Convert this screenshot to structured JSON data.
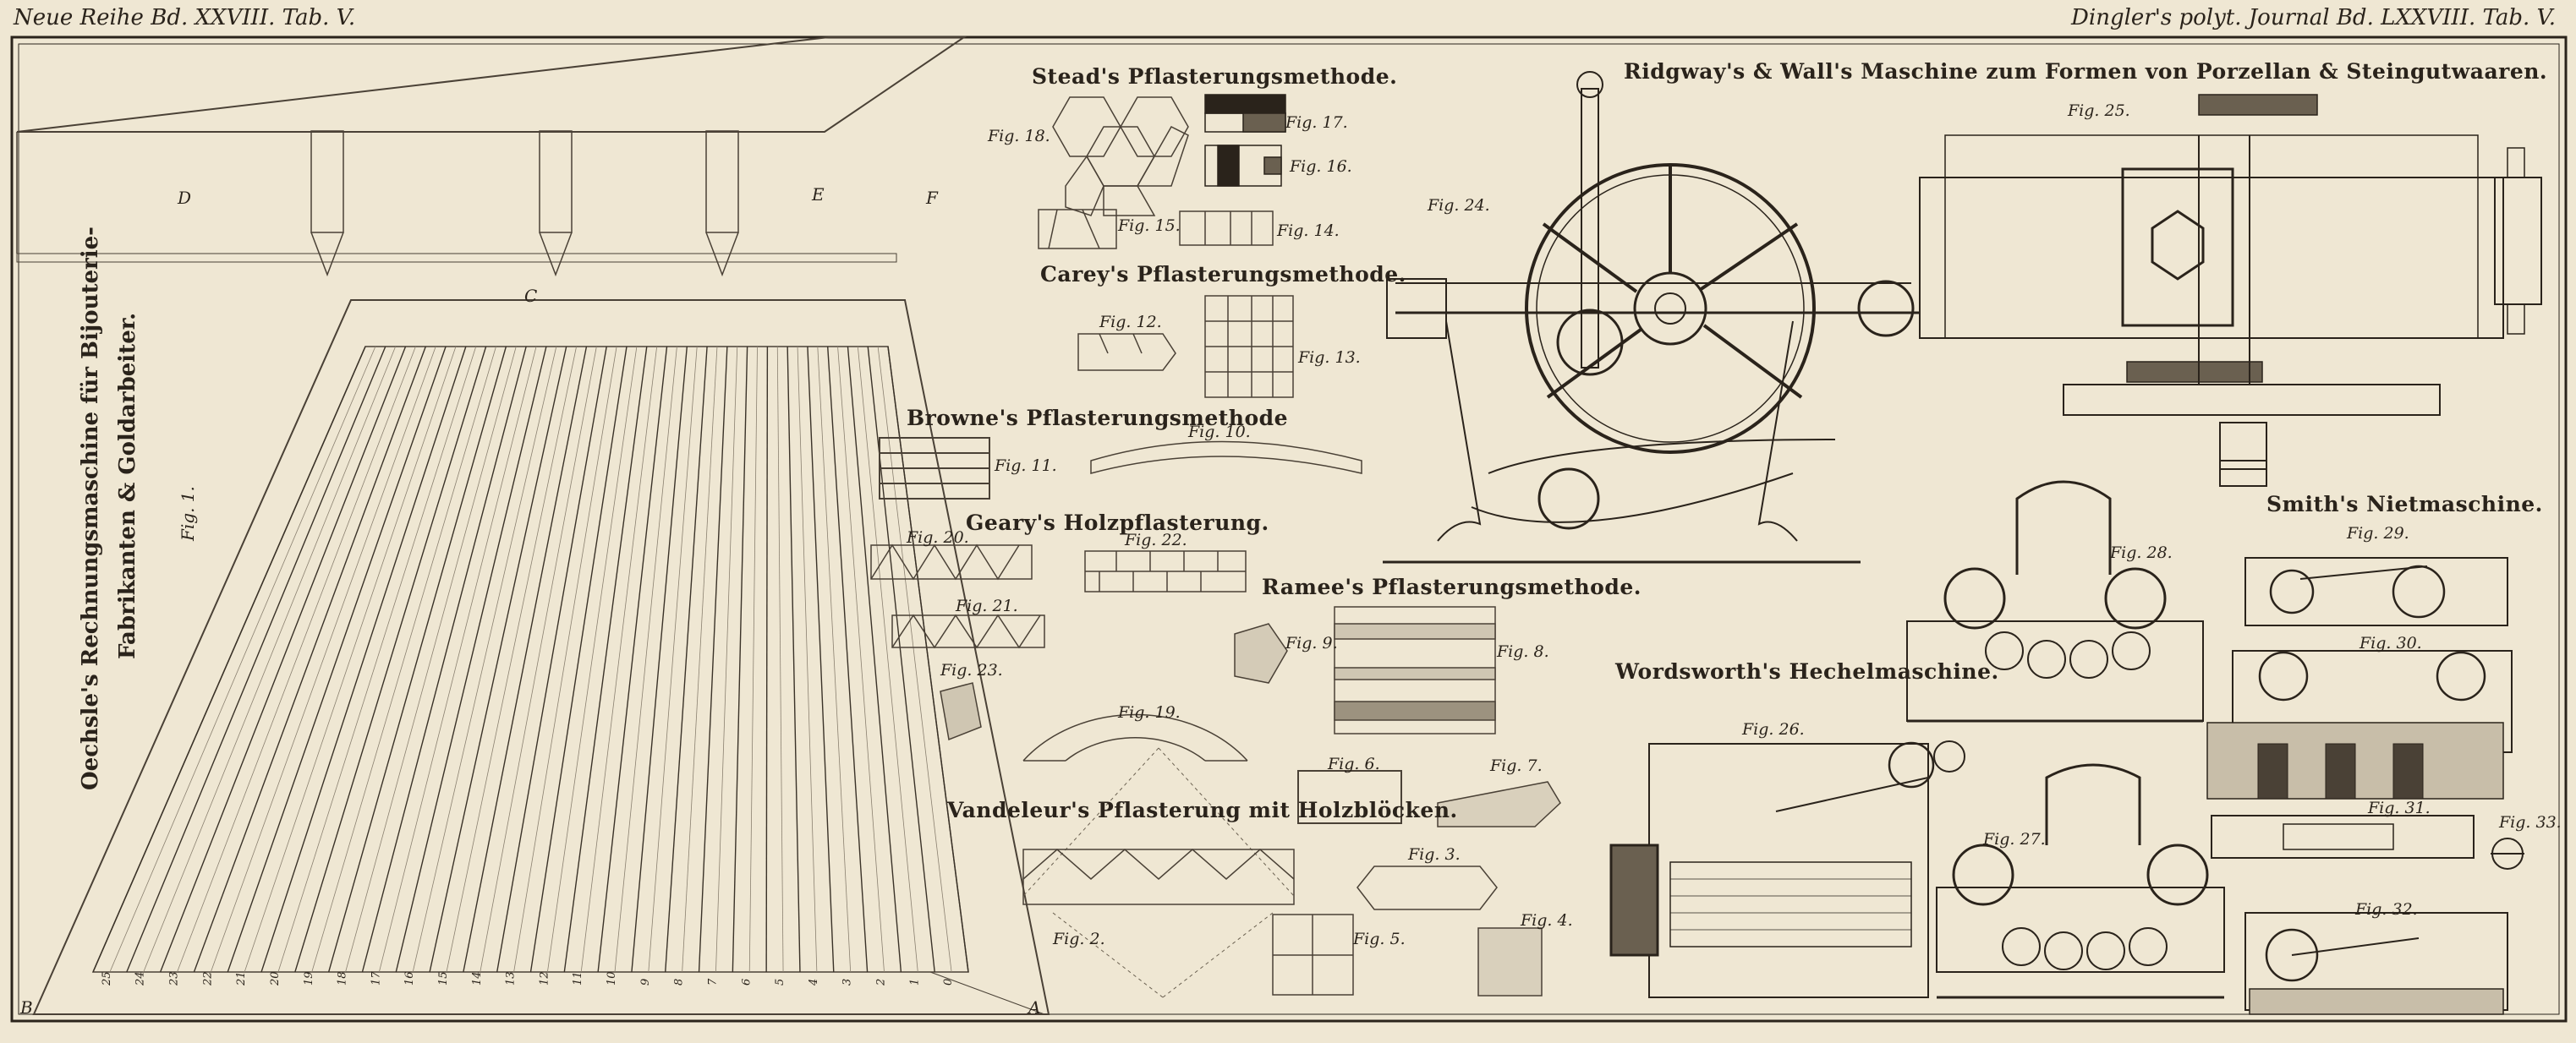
{
  "header": {
    "left": "Neue Reihe Bd. XXVIII. Tab. V.",
    "right": "Dingler's polyt. Journal Bd. LXXVIII. Tab. V."
  },
  "left_panel": {
    "title_line1": "Oechsle's Rechnungsmaschine für Bijouterie-",
    "title_line2": "Fabrikanten & Goldarbeiter.",
    "fig": "Fig. 1.",
    "letters": [
      "D",
      "C",
      "E",
      "F",
      "B",
      "A"
    ],
    "scale_numbers": [
      "25",
      "24",
      "23",
      "22",
      "21",
      "20",
      "19",
      "18",
      "17",
      "16",
      "15",
      "14",
      "13",
      "12",
      "11",
      "10",
      "9",
      "8",
      "7",
      "6",
      "5",
      "4",
      "3",
      "2",
      "1",
      "0"
    ]
  },
  "captions": {
    "stead": "Stead's Pflasterungsmethode.",
    "carey": "Carey's Pflasterungsmethode.",
    "browne": "Browne's Pflasterungsmethode",
    "geary": "Geary's Holzpflasterung.",
    "ramee": "Ramee's Pflasterungsmethode.",
    "vandeleur": "Vandeleur's Pflasterung mit Holzblöcken.",
    "ridgway": "Ridgway's & Wall's Maschine zum Formen von Porzellan & Steingutwaaren.",
    "wordsworth": "Wordsworth's Hechelmaschine.",
    "smith": "Smith's Nietmaschine."
  },
  "figures": {
    "f2": "Fig. 2.",
    "f3": "Fig. 3.",
    "f4": "Fig. 4.",
    "f5": "Fig. 5.",
    "f6": "Fig. 6.",
    "f7": "Fig. 7.",
    "f8": "Fig. 8.",
    "f9": "Fig. 9.",
    "f10": "Fig. 10.",
    "f11": "Fig. 11.",
    "f12": "Fig. 12.",
    "f13": "Fig. 13.",
    "f14": "Fig. 14.",
    "f15": "Fig. 15.",
    "f16": "Fig. 16.",
    "f17": "Fig. 17.",
    "f18": "Fig. 18.",
    "f19": "Fig. 19.",
    "f20": "Fig. 20.",
    "f21": "Fig. 21.",
    "f22": "Fig. 22.",
    "f23": "Fig. 23.",
    "f24": "Fig. 24.",
    "f25": "Fig. 25.",
    "f26": "Fig. 26.",
    "f27": "Fig. 27.",
    "f28": "Fig. 28.",
    "f29": "Fig. 29.",
    "f30": "Fig. 30.",
    "f31": "Fig. 31.",
    "f32": "Fig. 32.",
    "f33": "Fig. 33."
  },
  "palette": {
    "paper": "#efe7d3",
    "ink": "#2a231b",
    "shade": "#9c927f"
  }
}
